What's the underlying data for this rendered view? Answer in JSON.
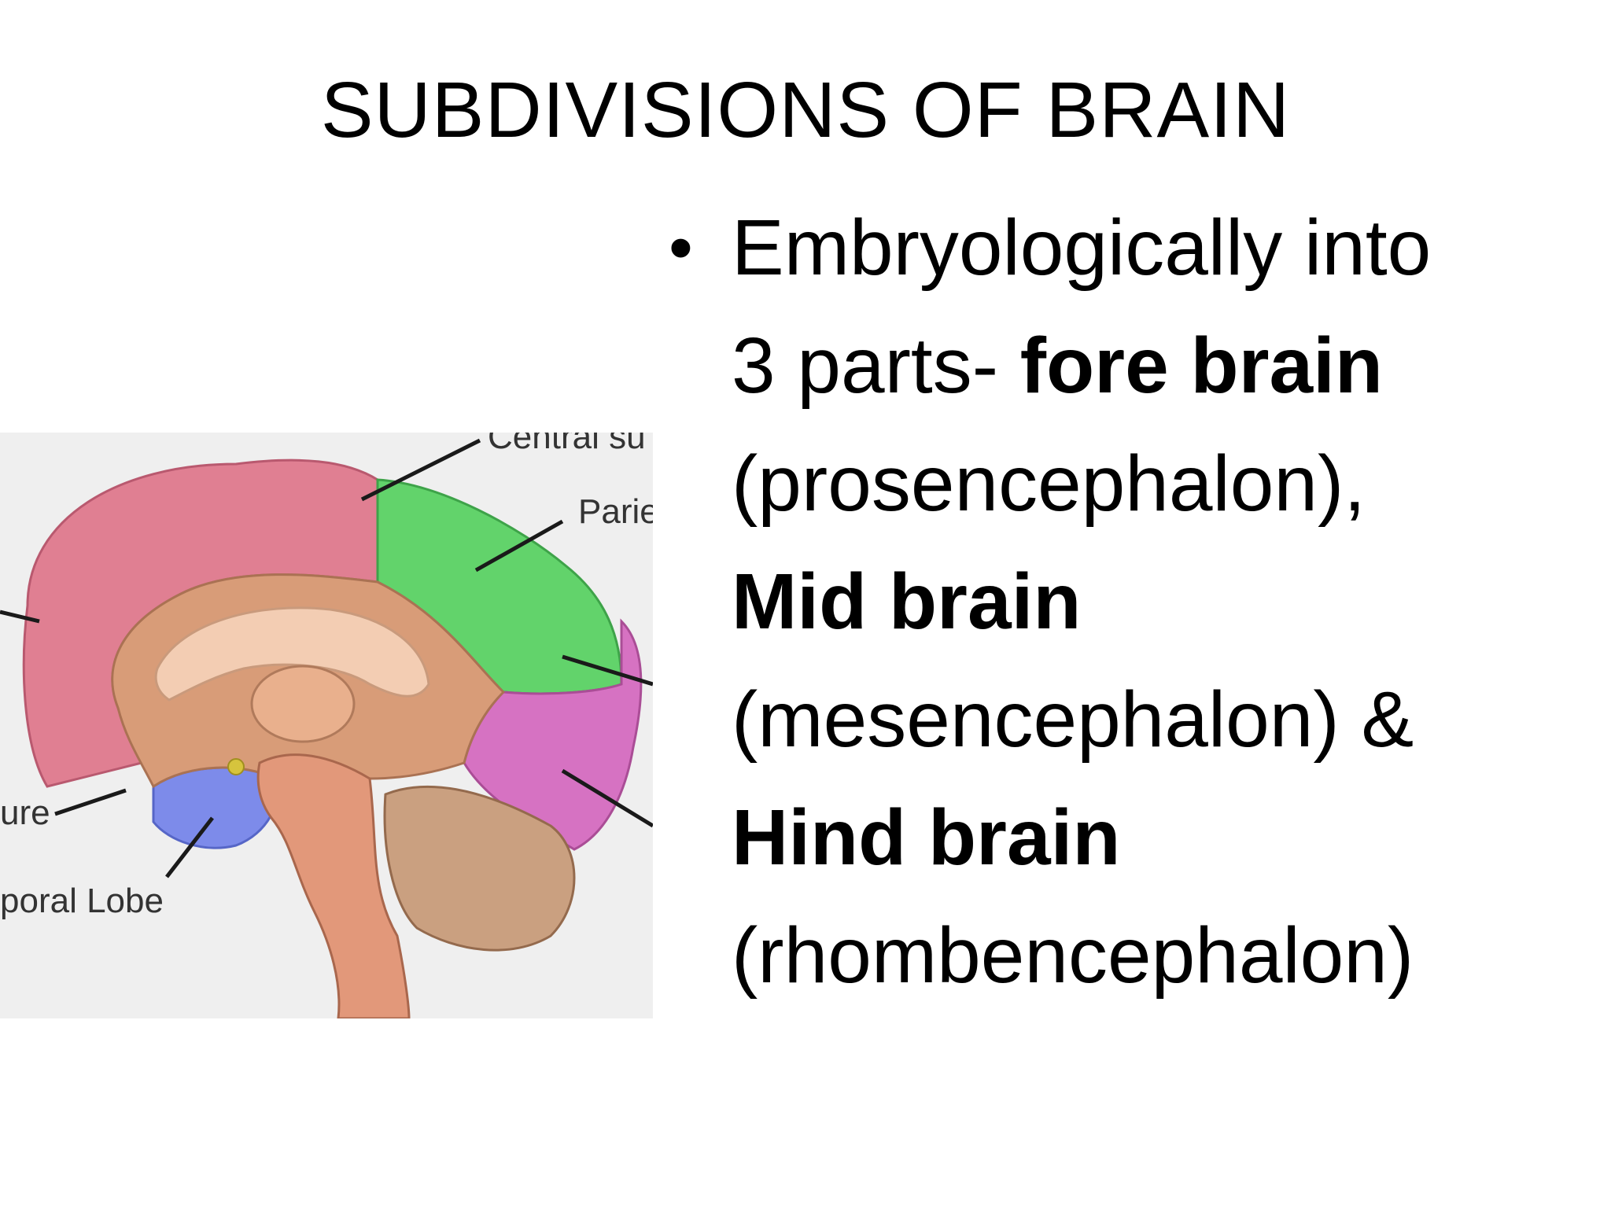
{
  "slide": {
    "title": "SUBDIVISIONS OF BRAIN",
    "bullet_symbol": "•",
    "bullet": {
      "line1": "Embryologically into",
      "line2_plain": "3 parts- ",
      "line2_bold": "fore brain",
      "line3": "(prosencephalon),",
      "line4_bold": "Mid brain",
      "line5": "(mesencephalon) &",
      "line6_bold": "Hind brain",
      "line7": "(rhombencephalon)"
    }
  },
  "figure": {
    "labels": {
      "central_sulcus": "Central su",
      "parietal": "Parie",
      "fissure": "ure",
      "temporal_lobe": "poral Lobe"
    },
    "colors": {
      "background": "#efefef",
      "frontal": "#e07f92",
      "parietal": "#62d36b",
      "occipital": "#d672c2",
      "temporal": "#7d8bea",
      "medial": "#d89c78",
      "corpus_callosum": "#f3cdb3",
      "brainstem": "#e2987a",
      "cerebellum": "#caa080"
    }
  }
}
